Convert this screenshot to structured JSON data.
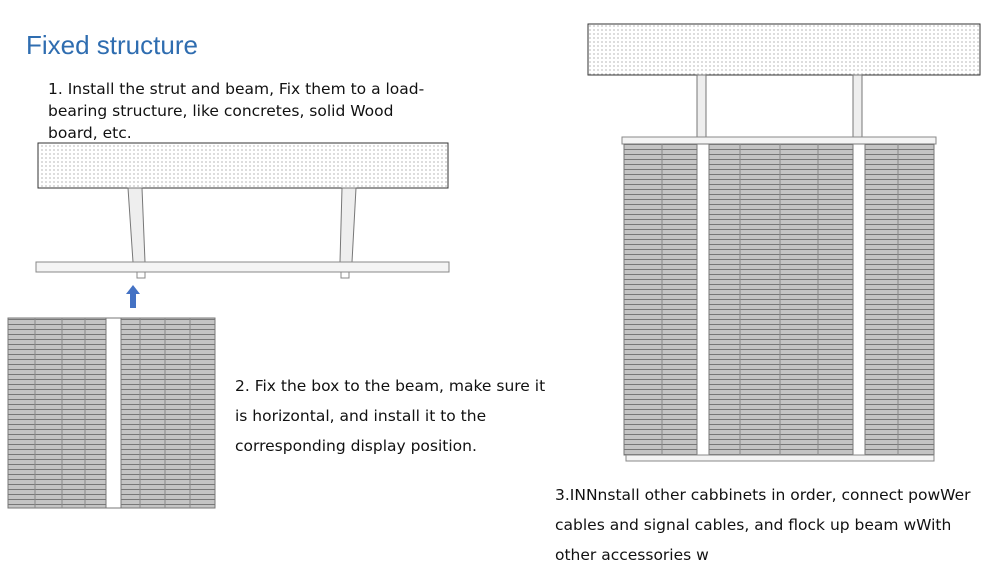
{
  "title": "Fixed structure",
  "steps": {
    "step1": [
      "1. Install the strut and beam, Fix them to a load-",
      "bearing structure, like concretes, solid Wood",
      "board, etc."
    ],
    "step2": [
      "2. Fix the box to the  beam, make sure it",
      "is horizontal, and install it to the",
      "corresponding display position."
    ],
    "step3": [
      "3.INNnstall other cabbinets in order, connect powWer",
      "cables  and signal cables, and flock up beam wWith",
      "other accessories w"
    ]
  },
  "colors": {
    "title": "#2f6db0",
    "arrow": "#4472c4"
  }
}
